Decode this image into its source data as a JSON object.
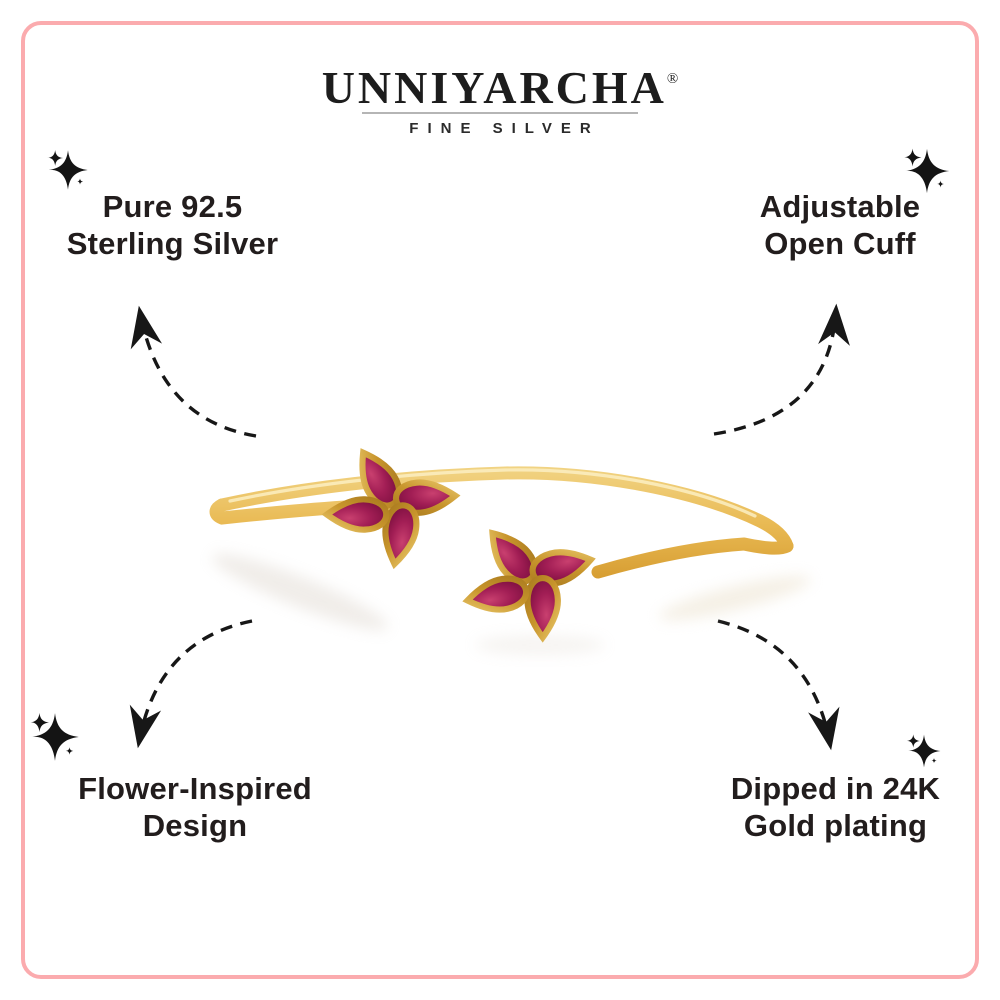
{
  "brand": {
    "name": "UNNIYARCHA",
    "registered_mark": "®",
    "tagline": "FINE SILVER"
  },
  "features": {
    "top_left": {
      "line1": "Pure 92.5",
      "line2": "Sterling Silver"
    },
    "top_right": {
      "line1": "Adjustable",
      "line2": "Open Cuff"
    },
    "bottom_left": {
      "line1": "Flower-Inspired",
      "line2": "Design"
    },
    "bottom_right": {
      "line1": "Dipped in 24K",
      "line2": "Gold plating"
    }
  },
  "product": {
    "description": "Gold-plated open crossover cuff bracelet with two four-petal pink ruby flower motifs",
    "colors": {
      "gold": "#e0aa43",
      "gold_highlight": "#f6e0a0",
      "gold_shadow": "#a8761f",
      "ruby": "#9c1b50",
      "ruby_dark": "#640c33",
      "frame_pink": "#fbabae",
      "text": "#221d1d",
      "arrow": "#171717"
    }
  }
}
